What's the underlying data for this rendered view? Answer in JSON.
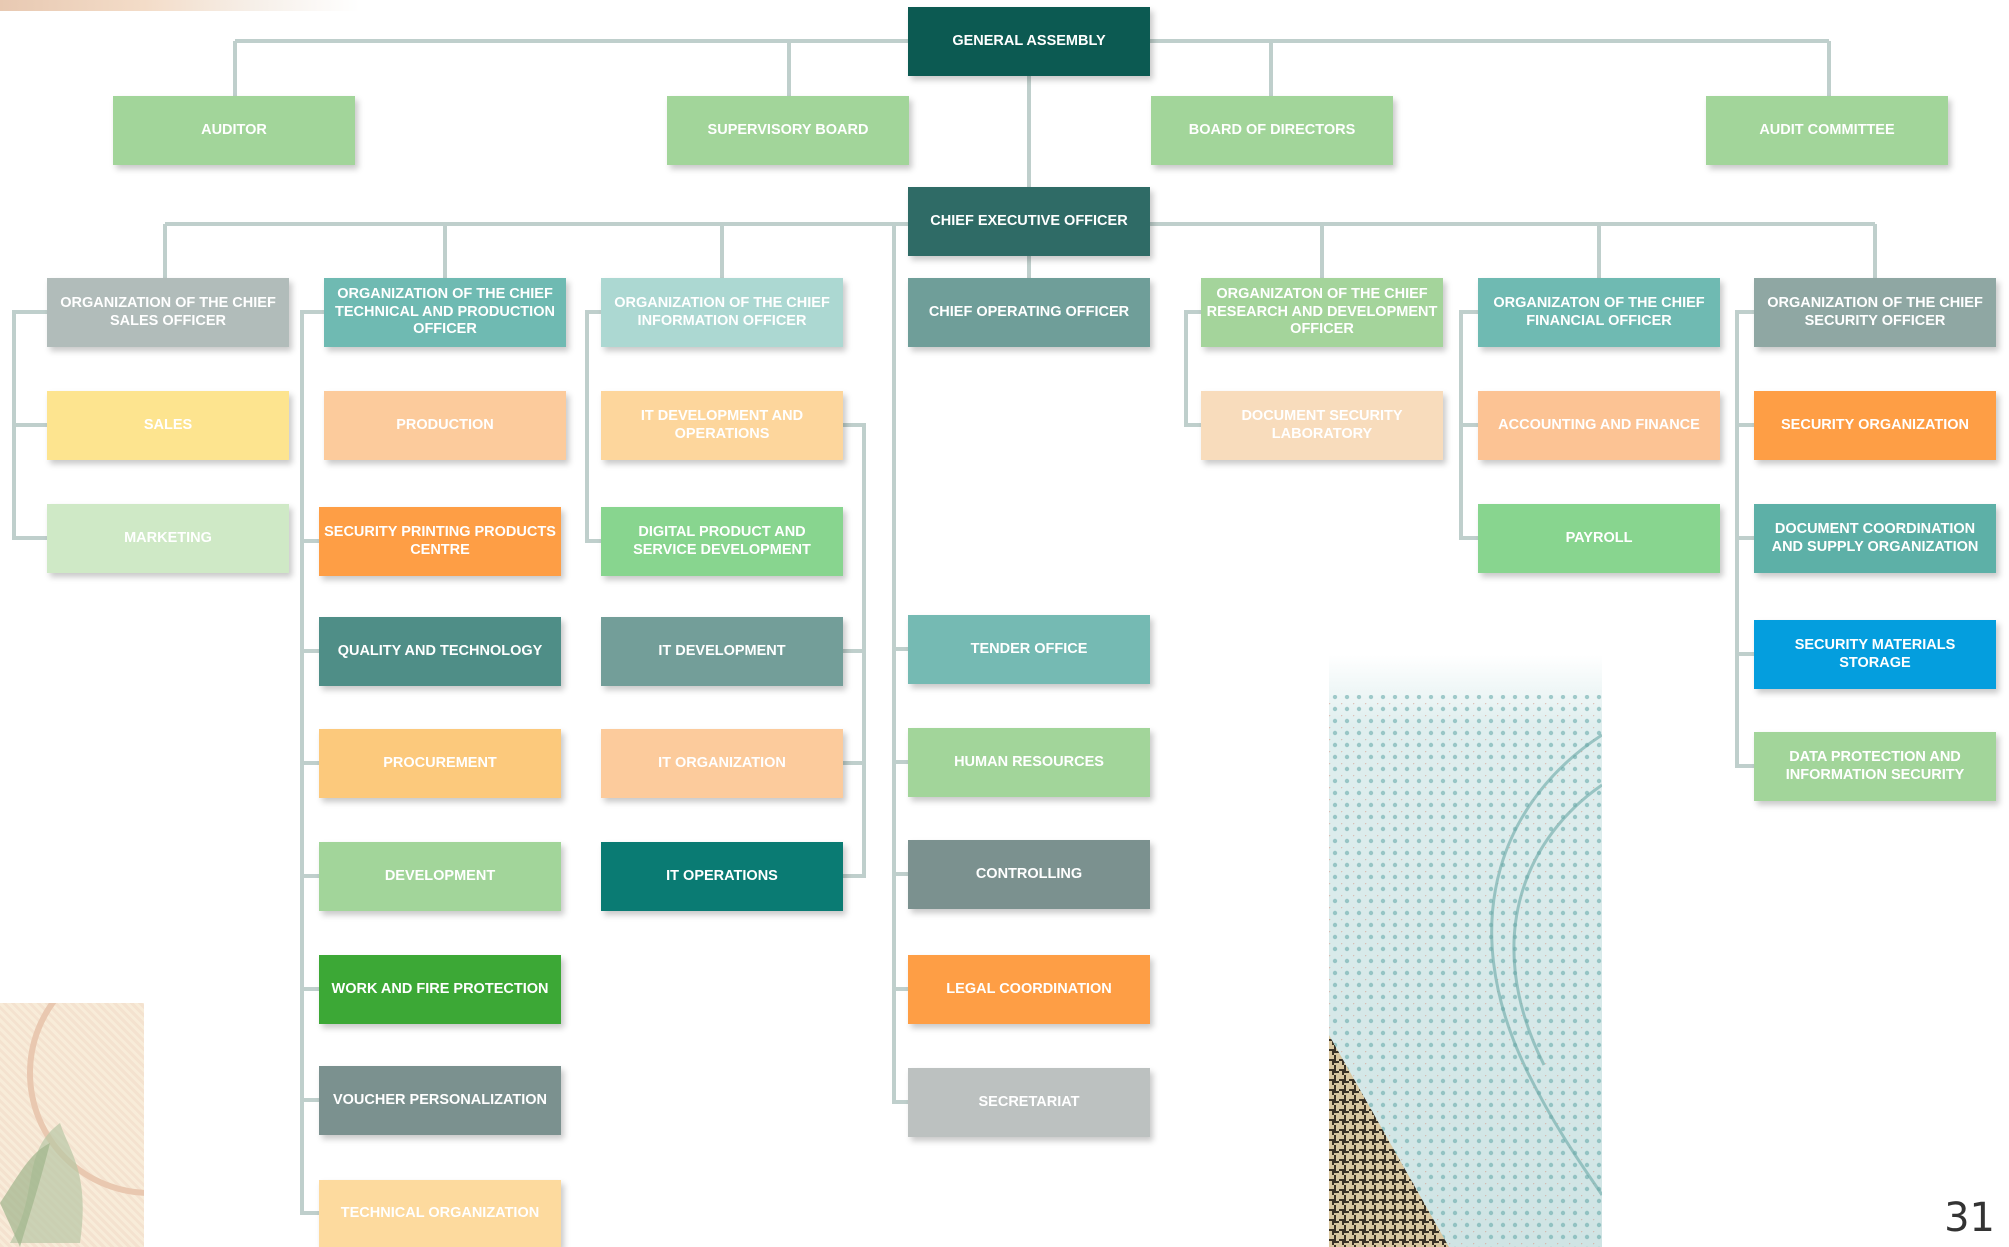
{
  "page_number": "31",
  "colors": {
    "connector": "#bfcfcc",
    "dark_teal": "#0c5a52",
    "mid_teal": "#2f6b66",
    "light_green": "#a5d698"
  },
  "nodes": {
    "general_assembly": {
      "label": "GENERAL ASSEMBLY",
      "color": "#0c5a52"
    },
    "auditor": {
      "label": "AUDITOR",
      "color": "#a2d59a"
    },
    "supervisory_board": {
      "label": "SUPERVISORY BOARD",
      "color": "#a2d59a"
    },
    "board_of_directors": {
      "label": "BOARD OF DIRECTORS",
      "color": "#a2d59a"
    },
    "audit_committee": {
      "label": "AUDIT COMMITTEE",
      "color": "#a2d59a"
    },
    "ceo": {
      "label": "CHIEF EXECUTIVE OFFICER",
      "color": "#2f6b66"
    },
    "cso_org": {
      "label": "ORGANIZATION OF THE CHIEF SALES OFFICER",
      "color": "#b1bcba"
    },
    "ctpo_org": {
      "label": "ORGANIZATION OF THE CHIEF TECHNICAL AND PRODUCTION OFFICER",
      "color": "#6fbab2"
    },
    "cio_org": {
      "label": "ORGANIZATION OF THE CHIEF INFORMATION OFFICER",
      "color": "#acd8d2"
    },
    "coo": {
      "label": "CHIEF OPERATING OFFICER",
      "color": "#6f9e99"
    },
    "crdo_org": {
      "label": "ORGANIZATON OF THE CHIEF RESEARCH AND DEVELOPMENT OFFICER",
      "color": "#a4d49b"
    },
    "cfo_org": {
      "label": "ORGANIZATON OF THE CHIEF FINANCIAL OFFICER",
      "color": "#6fbab2"
    },
    "csec_org": {
      "label": "ORGANIZATION OF THE CHIEF SECURITY OFFICER",
      "color": "#8fa7a3"
    },
    "sales": {
      "label": "SALES",
      "color": "#fde48f"
    },
    "marketing": {
      "label": "MARKETING",
      "color": "#cfe9c6"
    },
    "production": {
      "label": "PRODUCTION",
      "color": "#fccb9c"
    },
    "security_printing": {
      "label": "SECURITY PRINTING PRODUCTS CENTRE",
      "color": "#fe9e45"
    },
    "quality": {
      "label": "QUALITY AND TECHNOLOGY",
      "color": "#4f8e87"
    },
    "procurement": {
      "label": "PROCUREMENT",
      "color": "#fcc97c"
    },
    "development": {
      "label": "DEVELOPMENT",
      "color": "#a2d59a"
    },
    "work_fire": {
      "label": "WORK AND FIRE PROTECTION",
      "color": "#3ca836"
    },
    "voucher": {
      "label": "VOUCHER PERSONALIZATION",
      "color": "#7b918f"
    },
    "technical_org": {
      "label": "TECHNICAL ORGANIZATION",
      "color": "#fdda9e"
    },
    "it_dev_ops": {
      "label": "IT DEVELOPMENT AND OPERATIONS",
      "color": "#fdd69c"
    },
    "digital_product": {
      "label": "DIGITAL PRODUCT AND SERVICE DEVELOPMENT",
      "color": "#88d58f"
    },
    "it_development": {
      "label": "IT DEVELOPMENT",
      "color": "#739e99"
    },
    "it_organization": {
      "label": "IT ORGANIZATION",
      "color": "#fccb9c"
    },
    "it_operations": {
      "label": "IT OPERATIONS",
      "color": "#0a7b73"
    },
    "tender_office": {
      "label": "TENDER OFFICE",
      "color": "#75bab3"
    },
    "human_resources": {
      "label": "HUMAN RESOURCES",
      "color": "#a2d59a"
    },
    "controlling": {
      "label": "CONTROLLING",
      "color": "#7b918f"
    },
    "legal": {
      "label": "LEGAL COORDINATION",
      "color": "#fe9e45"
    },
    "secretariat": {
      "label": "SECRETARIAT",
      "color": "#bcc1c0"
    },
    "doc_sec_lab": {
      "label": "DOCUMENT SECURITY LABORATORY",
      "color": "#f8dcbc"
    },
    "accounting": {
      "label": "ACCOUNTING AND FINANCE",
      "color": "#fcc394"
    },
    "payroll": {
      "label": "PAYROLL",
      "color": "#88d58f"
    },
    "security_org": {
      "label": "SECURITY ORGANIZATION",
      "color": "#fe9e45"
    },
    "doc_coord": {
      "label": "DOCUMENT COORDINATION AND SUPPLY ORGANIZATION",
      "color": "#5db0a7"
    },
    "sec_materials": {
      "label": "SECURITY MATERIALS STORAGE",
      "color": "#049ede"
    },
    "data_protection": {
      "label": "DATA PROTECTION AND INFORMATION SECURITY",
      "color": "#a2d59a"
    }
  }
}
